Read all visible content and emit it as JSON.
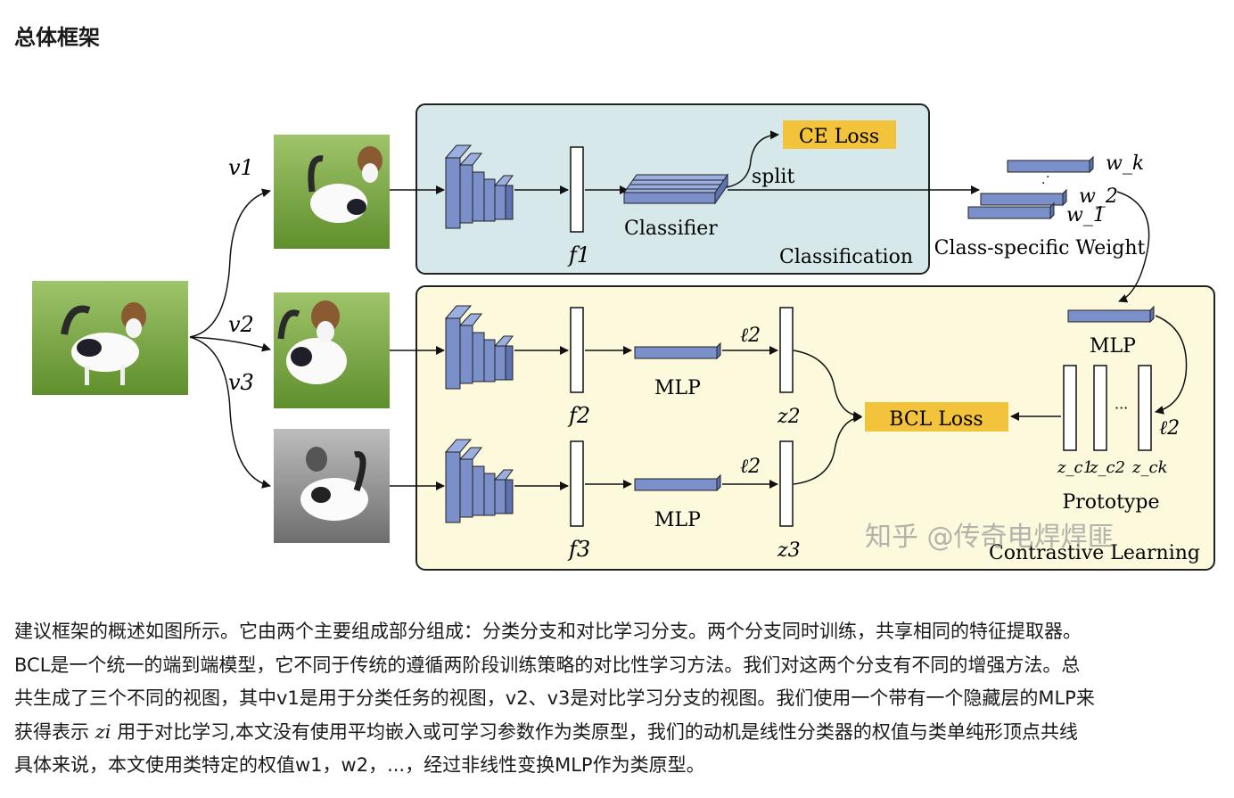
{
  "article": {
    "heading": "总体框架"
  },
  "figure": {
    "views": [
      "v1",
      "v2",
      "v3"
    ],
    "classification_branch": {
      "feature": "f1",
      "classifier_label": "Classifier",
      "split_label": "split",
      "ce_loss_label": "CE Loss",
      "panel_label": "Classification"
    },
    "class_specific_weight": {
      "labels": [
        "w_k",
        "w_2",
        "w_1"
      ],
      "caption": "Class-specific Weight"
    },
    "contrastive_branch": {
      "features": [
        "f2",
        "f3"
      ],
      "mlp_label": "MLP",
      "l2_label": "ℓ2",
      "outputs": [
        "z2",
        "z3"
      ],
      "bcl_loss_label": "BCL Loss",
      "prototype_mlp_label": "MLP",
      "prototype_labels": [
        "z_c1",
        "z_c2",
        "z_ck"
      ],
      "prototype_caption": "Prototype",
      "panel_label": "Contrastive Learning"
    },
    "watermark": "知乎 @传奇电焊焊匪",
    "colors": {
      "classification_panel": "#d7e8ea",
      "contrastive_panel": "#fdf9dd",
      "block_fill": "#7b8fc9",
      "loss_fill": "#f2c33b"
    }
  },
  "paragraph": {
    "line1": "建议框架的概述如图所示。它由两个主要组成部分组成：分类分支和对比学习分支。两个分支同时训练，共享相同的特征提取器。",
    "line2": "BCL是一个统一的端到端模型，它不同于传统的遵循两阶段训练策略的对比性学习方法。我们对这两个分支有不同的增强方法。总",
    "line3": "共生成了三个不同的视图，其中v1是用于分类任务的视图，v2、v3是对比学习分支的视图。我们使用一个带有一个隐藏层的MLP来",
    "line4_before": "获得表示 ",
    "line4_var": "zi",
    "line4_after": " 用于对比学习,本文没有使用平均嵌入或可学习参数作为类原型，我们的动机是线性分类器的权值与类单纯形顶点共线",
    "line5": "具体来说，本文使用类特定的权值w1，w2，...，经过非线性变换MLP作为类原型。"
  }
}
